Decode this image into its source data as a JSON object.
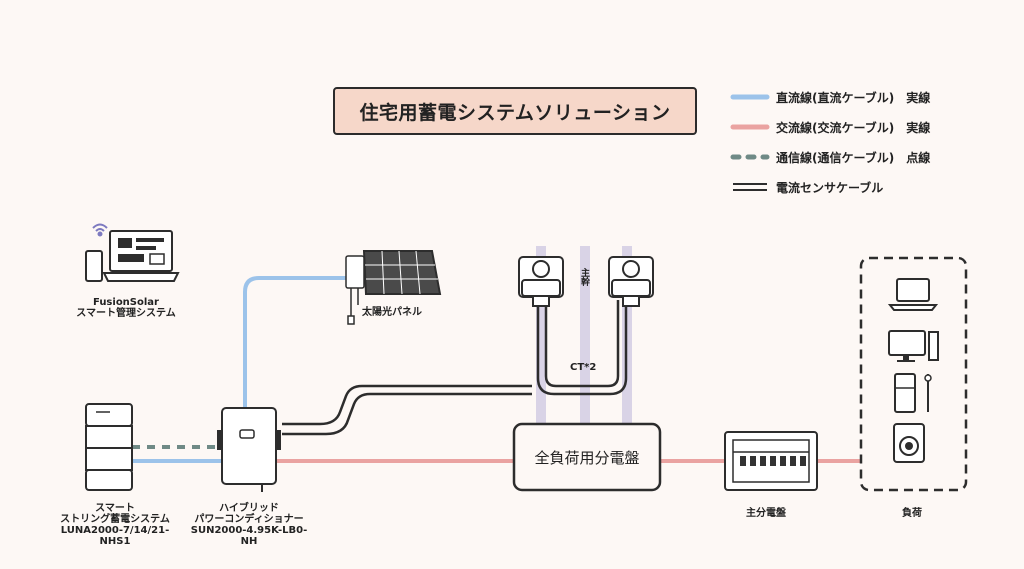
{
  "title": "住宅用蓄電システムソリューション",
  "legend": [
    {
      "label": "直流線(直流ケーブル)　実線",
      "color": "#9cc3ea",
      "style": "solid"
    },
    {
      "label": "交流線(交流ケーブル)　実線",
      "color": "#eaa3a1",
      "style": "solid"
    },
    {
      "label": "通信線(通信ケーブル)　点線",
      "color": "#6f8a86",
      "style": "dashed"
    },
    {
      "label": "電流センサケーブル",
      "color": "#333333",
      "style": "double"
    }
  ],
  "nodes": {
    "fusionsolar": "FusionSolar\nスマート管理システム",
    "solar_panel": "太陽光パネル",
    "battery": "スマート\nストリング蓄電システム\nLUNA2000-7/14/21-\nNHS1",
    "inverter": "ハイブリッド\nパワーコンディショナー\nSUN2000-4.95K-LB0-\nNH",
    "distribution_board": "全負荷用分電盤",
    "main_board": "主分電盤",
    "load": "負荷",
    "ct": "CT*2",
    "trunk": "主幹"
  },
  "colors": {
    "dc": "#9cc3ea",
    "ac": "#eaa3a1",
    "comm": "#6f8a86",
    "trunk_band": "#d9d3e6",
    "title_bg": "#f6d7c9"
  }
}
